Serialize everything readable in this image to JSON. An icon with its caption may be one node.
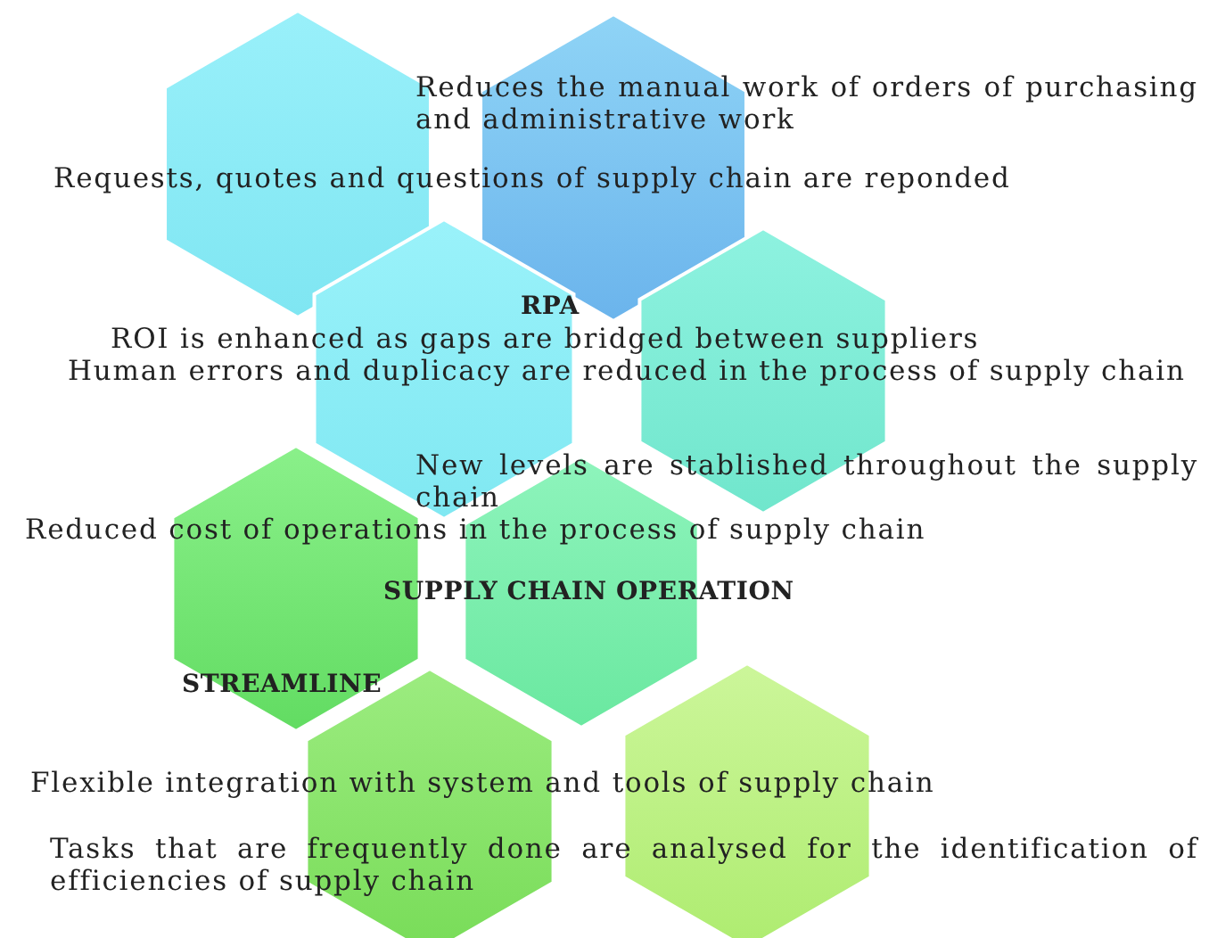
{
  "diagram": {
    "labels": [
      "Reduces the manual work of orders of purchasing and administrative work",
      "Requests, quotes and questions of supply chain are reponded",
      "RPA",
      "ROI is enhanced as gaps are bridged between suppliers",
      "Human errors and duplicacy are reduced in the process of supply chain",
      "New levels are stablished throughout the supply chain",
      "Reduced cost of operations in the process of supply chain",
      "SUPPLY CHAIN OPERATION",
      "STREAMLINE",
      "Flexible integration with system and tools of supply chain",
      "Tasks that are frequently done are analysed for the identification of efficiencies of supply chain"
    ]
  }
}
